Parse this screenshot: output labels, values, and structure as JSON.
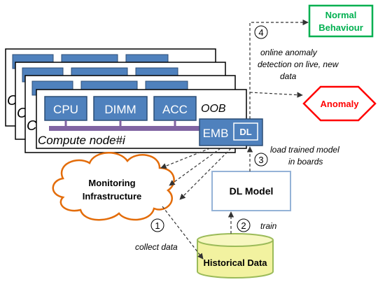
{
  "components": {
    "cpu": "CPU",
    "dimm": "DIMM",
    "acc": "ACC",
    "oob": "OOB",
    "emb": "EMB",
    "dl": "DL",
    "node_label": "Compute node#i",
    "stack_letter": "C"
  },
  "monitoring": {
    "line1": "Monitoring",
    "line2": "Infrastructure"
  },
  "dl_model": "DL Model",
  "historical_data": "Historical Data",
  "normal": {
    "line1": "Normal",
    "line2": "Behaviour"
  },
  "anomaly": "Anomaly",
  "steps": [
    {
      "num": "1",
      "text": "collect data"
    },
    {
      "num": "2",
      "text": "train"
    },
    {
      "num": "3",
      "text_line1": "load trained model",
      "text_line2": "in boards"
    },
    {
      "num": "4",
      "text_line1": "online anomaly",
      "text_line2": "detection on live, new",
      "text_line3": "data"
    }
  ],
  "colors": {
    "board_blue": "#4f81bd",
    "board_border": "#2c4d75",
    "bus_purple": "#8064a2",
    "cloud_orange": "#e36c09",
    "normal_green": "#00b050",
    "anomaly_red": "#ff0000",
    "model_border": "#95b3d7",
    "cylinder_fill": "#f2f2a0",
    "cylinder_border": "#9bbb59"
  }
}
